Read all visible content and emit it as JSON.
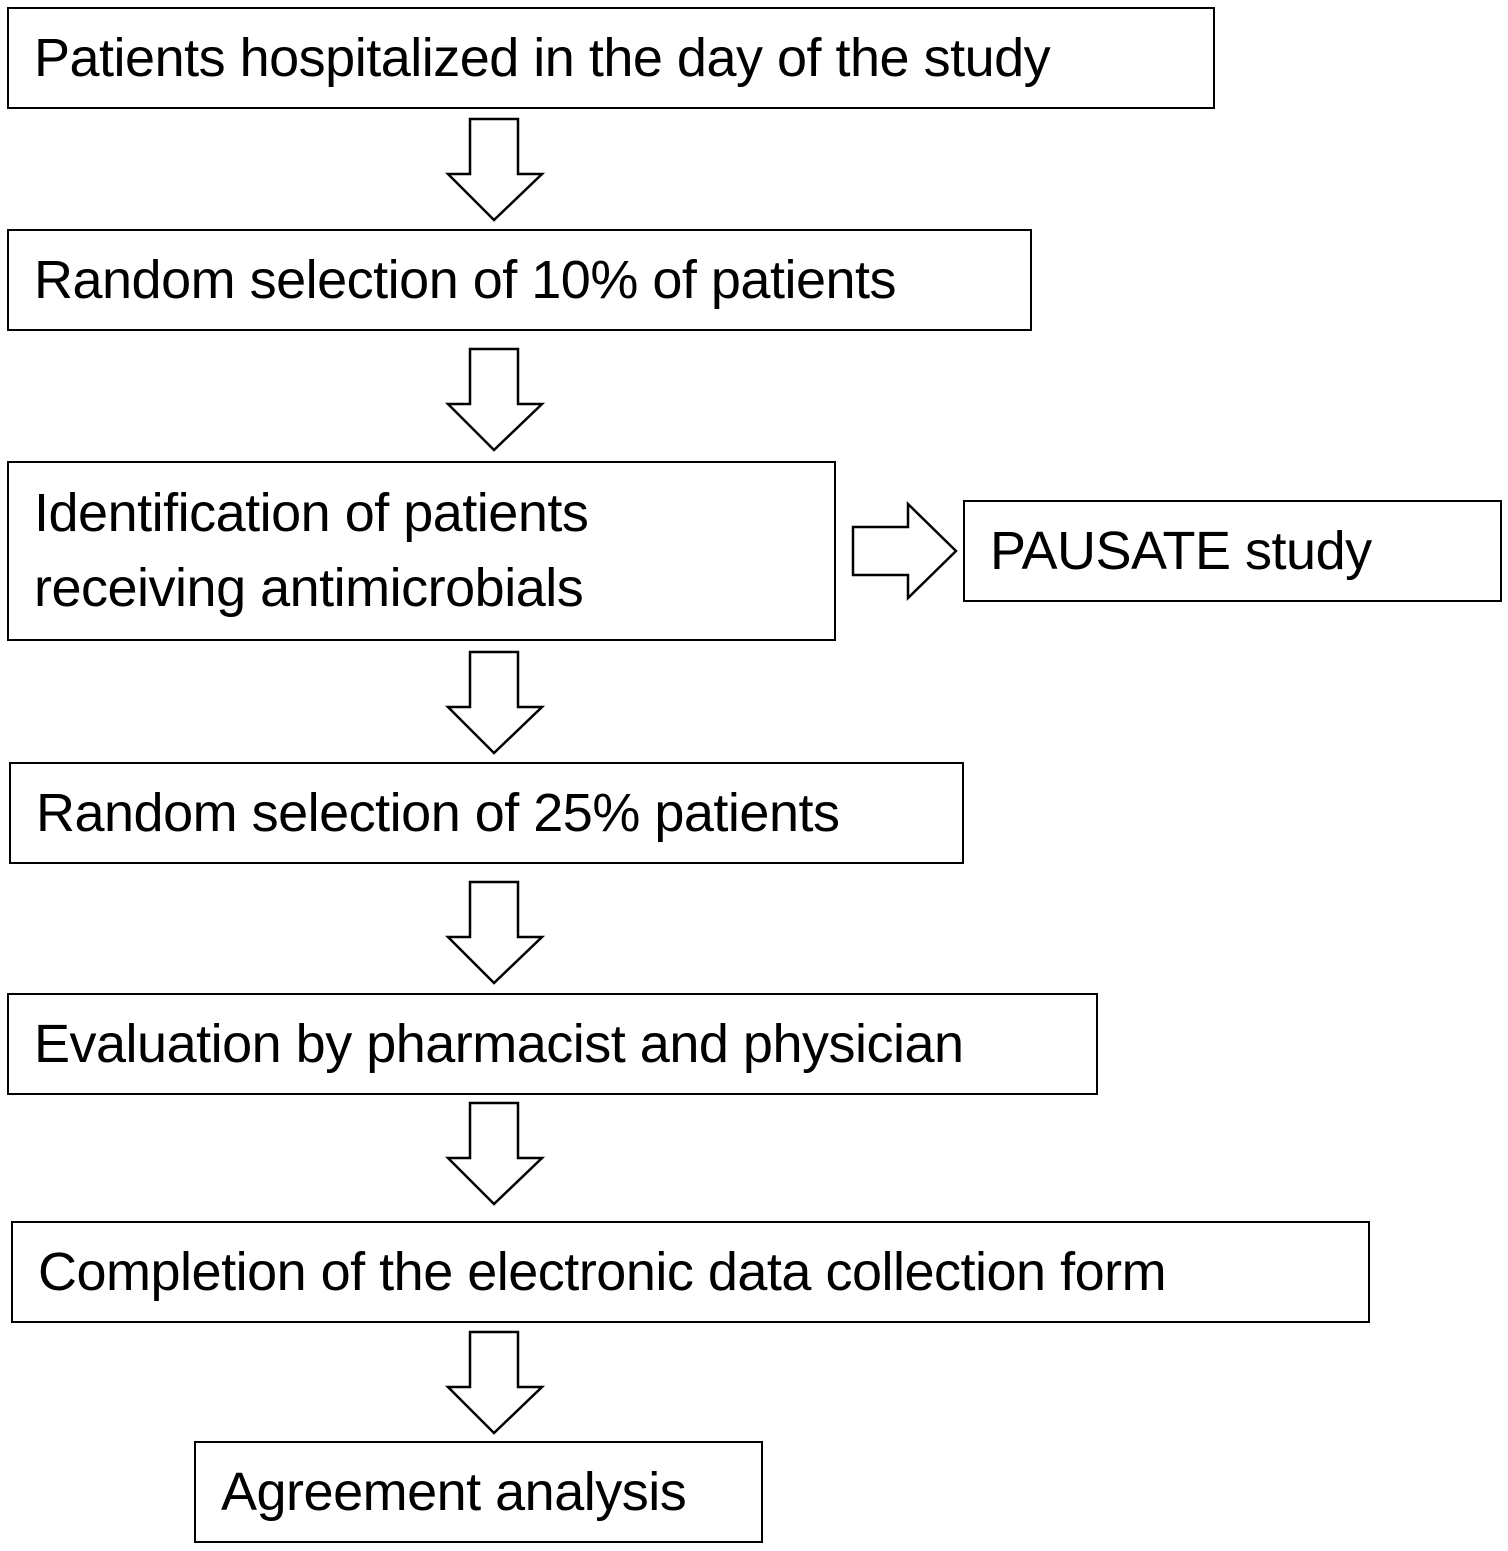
{
  "flowchart": {
    "steps": [
      {
        "text": "Patients hospitalized in the day of the study"
      },
      {
        "text": "Random selection of 10% of patients"
      },
      {
        "text": "Identification of patients\nreceiving antimicrobials"
      },
      {
        "text": "Random selection of 25% patients"
      },
      {
        "text": "Evaluation by pharmacist and physician"
      },
      {
        "text": "Completion of the electronic data collection form"
      },
      {
        "text": "Agreement analysis"
      }
    ],
    "side_branch": {
      "text": "PAUSATE study"
    }
  }
}
